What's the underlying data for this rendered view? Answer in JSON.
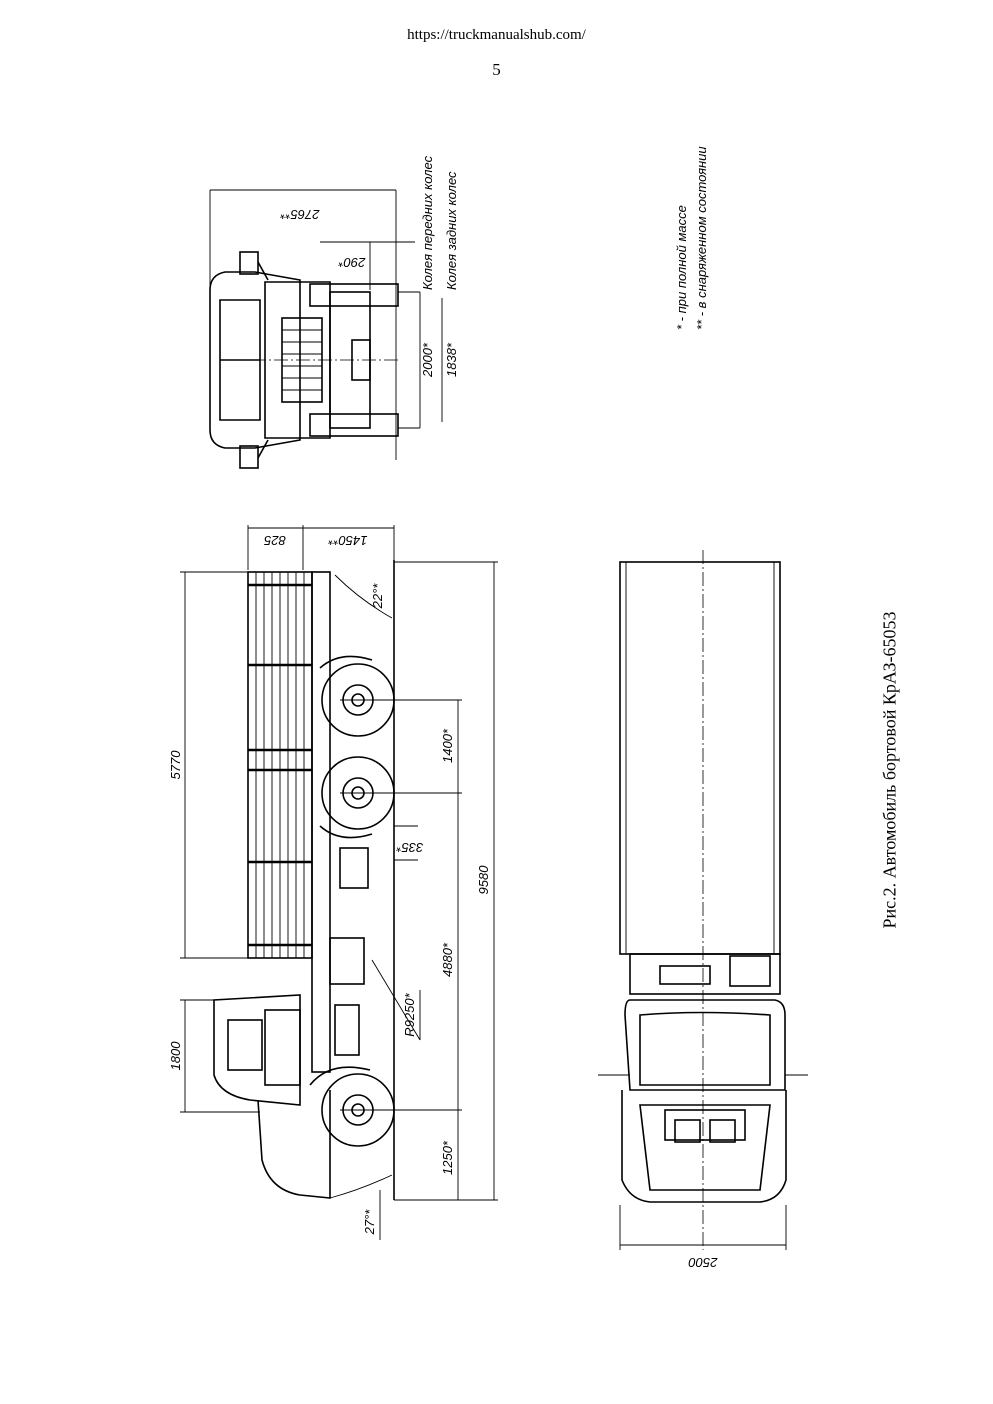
{
  "header": {
    "url": "https://truckmanualshub.com/",
    "page_number": "5"
  },
  "caption": "Рис.2. Автомобиль бортовой КрАЗ-65053",
  "legend": {
    "line1": "* - при полной массе",
    "line2": "** - в снаряженном состоянии"
  },
  "front_view": {
    "track_front_label": "Колея передних колес",
    "track_rear_label": "Колея задних колес",
    "height_total": "2765**",
    "clearance": "290*",
    "track_front": "2000*",
    "track_rear": "1838*"
  },
  "side_view": {
    "body_length": "5770",
    "cab_height": "1800",
    "overall_length": "9580",
    "dim_825": "825",
    "dim_1450": "1450**",
    "angle_rear": "22°*",
    "tandem_base": "1400*",
    "dim_335": "335*",
    "wheelbase": "4880*",
    "turn_radius": "R9250*",
    "front_overhang": "1250*",
    "angle_front": "27°*"
  },
  "top_view": {
    "width": "2500"
  }
}
